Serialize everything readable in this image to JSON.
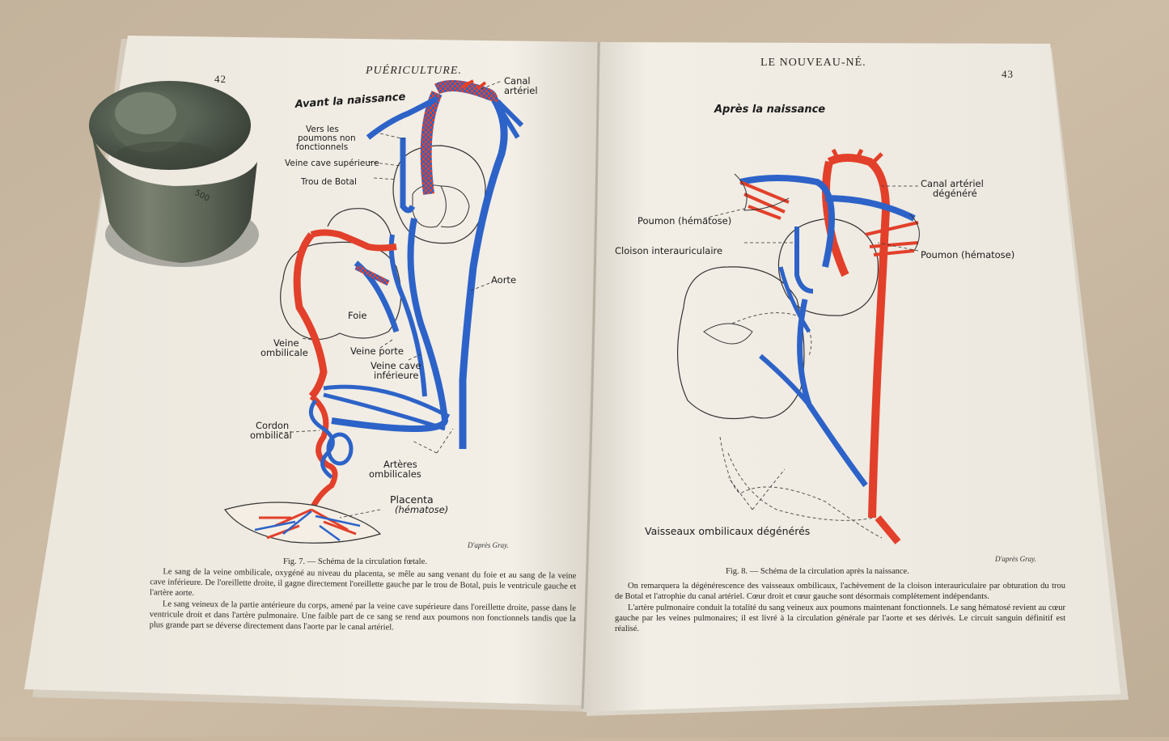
{
  "left_page": {
    "page_number": "42",
    "running_head": "PUÉRICULTURE.",
    "figure_title": "Avant la naissance",
    "labels": {
      "canal_arteriel": [
        "Canal",
        "artériel"
      ],
      "vers_poumons": [
        "Vers les",
        "poumons non",
        "fonctionnels"
      ],
      "veine_cave_sup": "Veine cave supérieure",
      "trou_botal": "Trou de Botal",
      "aorte": "Aorte",
      "foie": "Foie",
      "veine_ombilicale": [
        "Veine",
        "ombilicale"
      ],
      "veine_porte": "Veine porte",
      "veine_cave_inf": [
        "Veine cave",
        "inférieure"
      ],
      "cordon": [
        "Cordon",
        "ombilical"
      ],
      "arteres_ombilicales": [
        "Artères",
        "ombilicales"
      ],
      "placenta": [
        "Placenta",
        "(hématose)"
      ]
    },
    "credit": "D'après Gray.",
    "caption": "Fig. 7. — Schéma de la circulation fœtale.",
    "body_text": [
      "Le sang de la veine ombilicale, oxygéné au niveau du placenta, se mêle au sang venant du foie et au sang de la veine cave inférieure. De l'oreillette droite, il gagne directement l'oreillette gauche par le trou de Botal, puis le ventricule gauche et l'artère aorte.",
      "Le sang veineux de la partie antérieure du corps, amené par la veine cave supérieure dans l'oreillette droite, passe dans le ventricule droit et dans l'artère pulmonaire. Une faible part de ce sang se rend aux poumons non fonctionnels tandis que la plus grande part se déverse directement dans l'aorte par le canal artériel."
    ]
  },
  "right_page": {
    "page_number": "43",
    "running_head": "LE NOUVEAU-NÉ.",
    "figure_title": "Après la naissance",
    "labels": {
      "canal_degenere": [
        "Canal artériel",
        "dégénéré"
      ],
      "poumon_left": "Poumon (hématose)",
      "poumon_right": "Poumon (hématose)",
      "cloison": "Cloison interauriculaire",
      "vaisseaux": "Vaisseaux ombilicaux dégénérés"
    },
    "credit": "D'après Gray.",
    "caption": "Fig. 8. — Schéma de la circulation après la naissance.",
    "body_text": [
      "On remarquera la dégénérescence des vaisseaux ombilicaux, l'achèvement de la cloison interauriculaire par obturation du trou de Botal et l'atrophie du canal artériel. Cœur droit et cœur gauche sont désormais complètement indépendants.",
      "L'artère pulmonaire conduit la totalité du sang veineux aux poumons maintenant fonctionnels. Le sang hématosé revient au cœur gauche par les veines pulmonaires; il est livré à la circulation générale par l'aorte et ses dérivés. Le circuit sanguin définitif est réalisé."
    ]
  },
  "weight": {
    "stamp": "500"
  },
  "colors": {
    "artery_red": "#e2402b",
    "vein_blue": "#2d63c8",
    "paper": "#f1ece2",
    "background": "#c9b7a0"
  }
}
